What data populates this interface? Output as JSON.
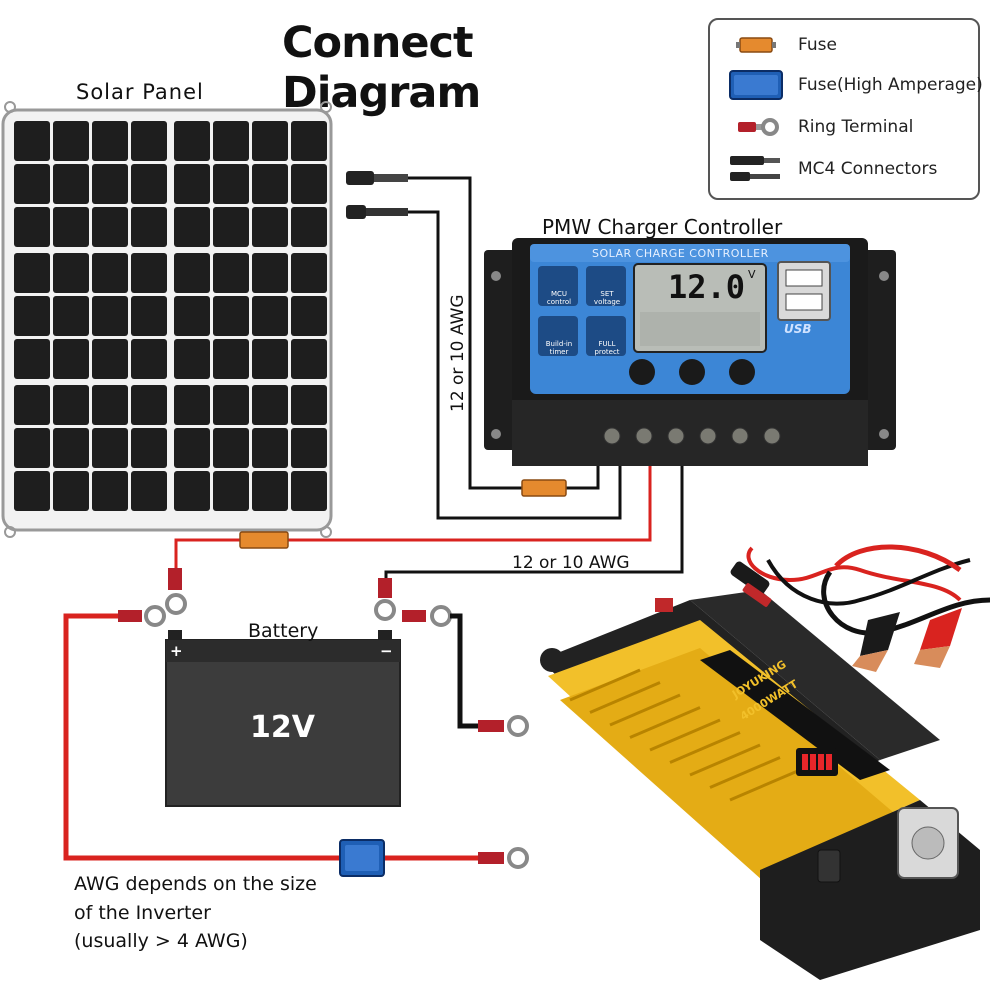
{
  "title": "Connect Diagram",
  "legend": [
    {
      "icon": "fuse-icon",
      "label": "Fuse"
    },
    {
      "icon": "fuse-high-amperage-icon",
      "label": "Fuse(High Amperage)"
    },
    {
      "icon": "ring-terminal-icon",
      "label": "Ring Terminal"
    },
    {
      "icon": "mc4-connectors-icon",
      "label": "MC4 Connectors"
    }
  ],
  "labels": {
    "solar_panel": "Solar Panel",
    "controller": "PMW Charger Controller",
    "awg_vertical": "12 or 10 AWG",
    "awg_horizontal": "12 or 10 AWG",
    "battery": "Battery",
    "battery_voltage": "12V",
    "battery_plus": "+",
    "battery_minus": "−",
    "inverter_note_1": "AWG depends on the size",
    "inverter_note_2": "of the Inverter",
    "inverter_note_3": "(usually  > 4 AWG)"
  },
  "controller": {
    "header": "SOLAR CHARGE CONTROLLER",
    "display": "12.0",
    "display_unit": "V",
    "mcu": "MCU\ncontrol",
    "set": "SET\nvoltage",
    "timer": "Build-in\ntimer",
    "protect": "FULL\nprotect",
    "usb": "USB"
  },
  "inverter": {
    "brand": "JOYUKING",
    "model": "4000WATT"
  },
  "colors": {
    "wire_red": "#d9231f",
    "wire_black": "#111111",
    "fuse": "#e58a2e",
    "fuse_high": "#1f5fb5",
    "controller_blue": "#3c86d6",
    "inverter_yellow": "#f2c02a",
    "battery": "#3c3c3c"
  }
}
